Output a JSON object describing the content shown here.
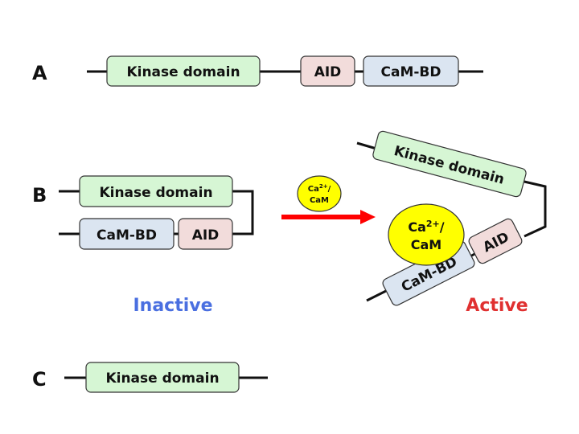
{
  "colors": {
    "kinase_fill": "#d6f6d4",
    "aid_fill": "#f2dcdb",
    "cambd_fill": "#dbe5f1",
    "cam_fill": "#ffff00",
    "arrow": "#ff0000",
    "inactive": "#4a6fe0",
    "active": "#e03030"
  },
  "labels": {
    "row_a": "A",
    "row_b": "B",
    "row_c": "C",
    "inactive": "Inactive",
    "active": "Active"
  },
  "domains": {
    "kinase": "Kinase domain",
    "aid": "AID",
    "cambd": "CaM-BD"
  },
  "calmodulin": {
    "line1_base": "Ca",
    "line1_sup": "2+",
    "line1_suffix": "/",
    "line2": "CaM"
  }
}
